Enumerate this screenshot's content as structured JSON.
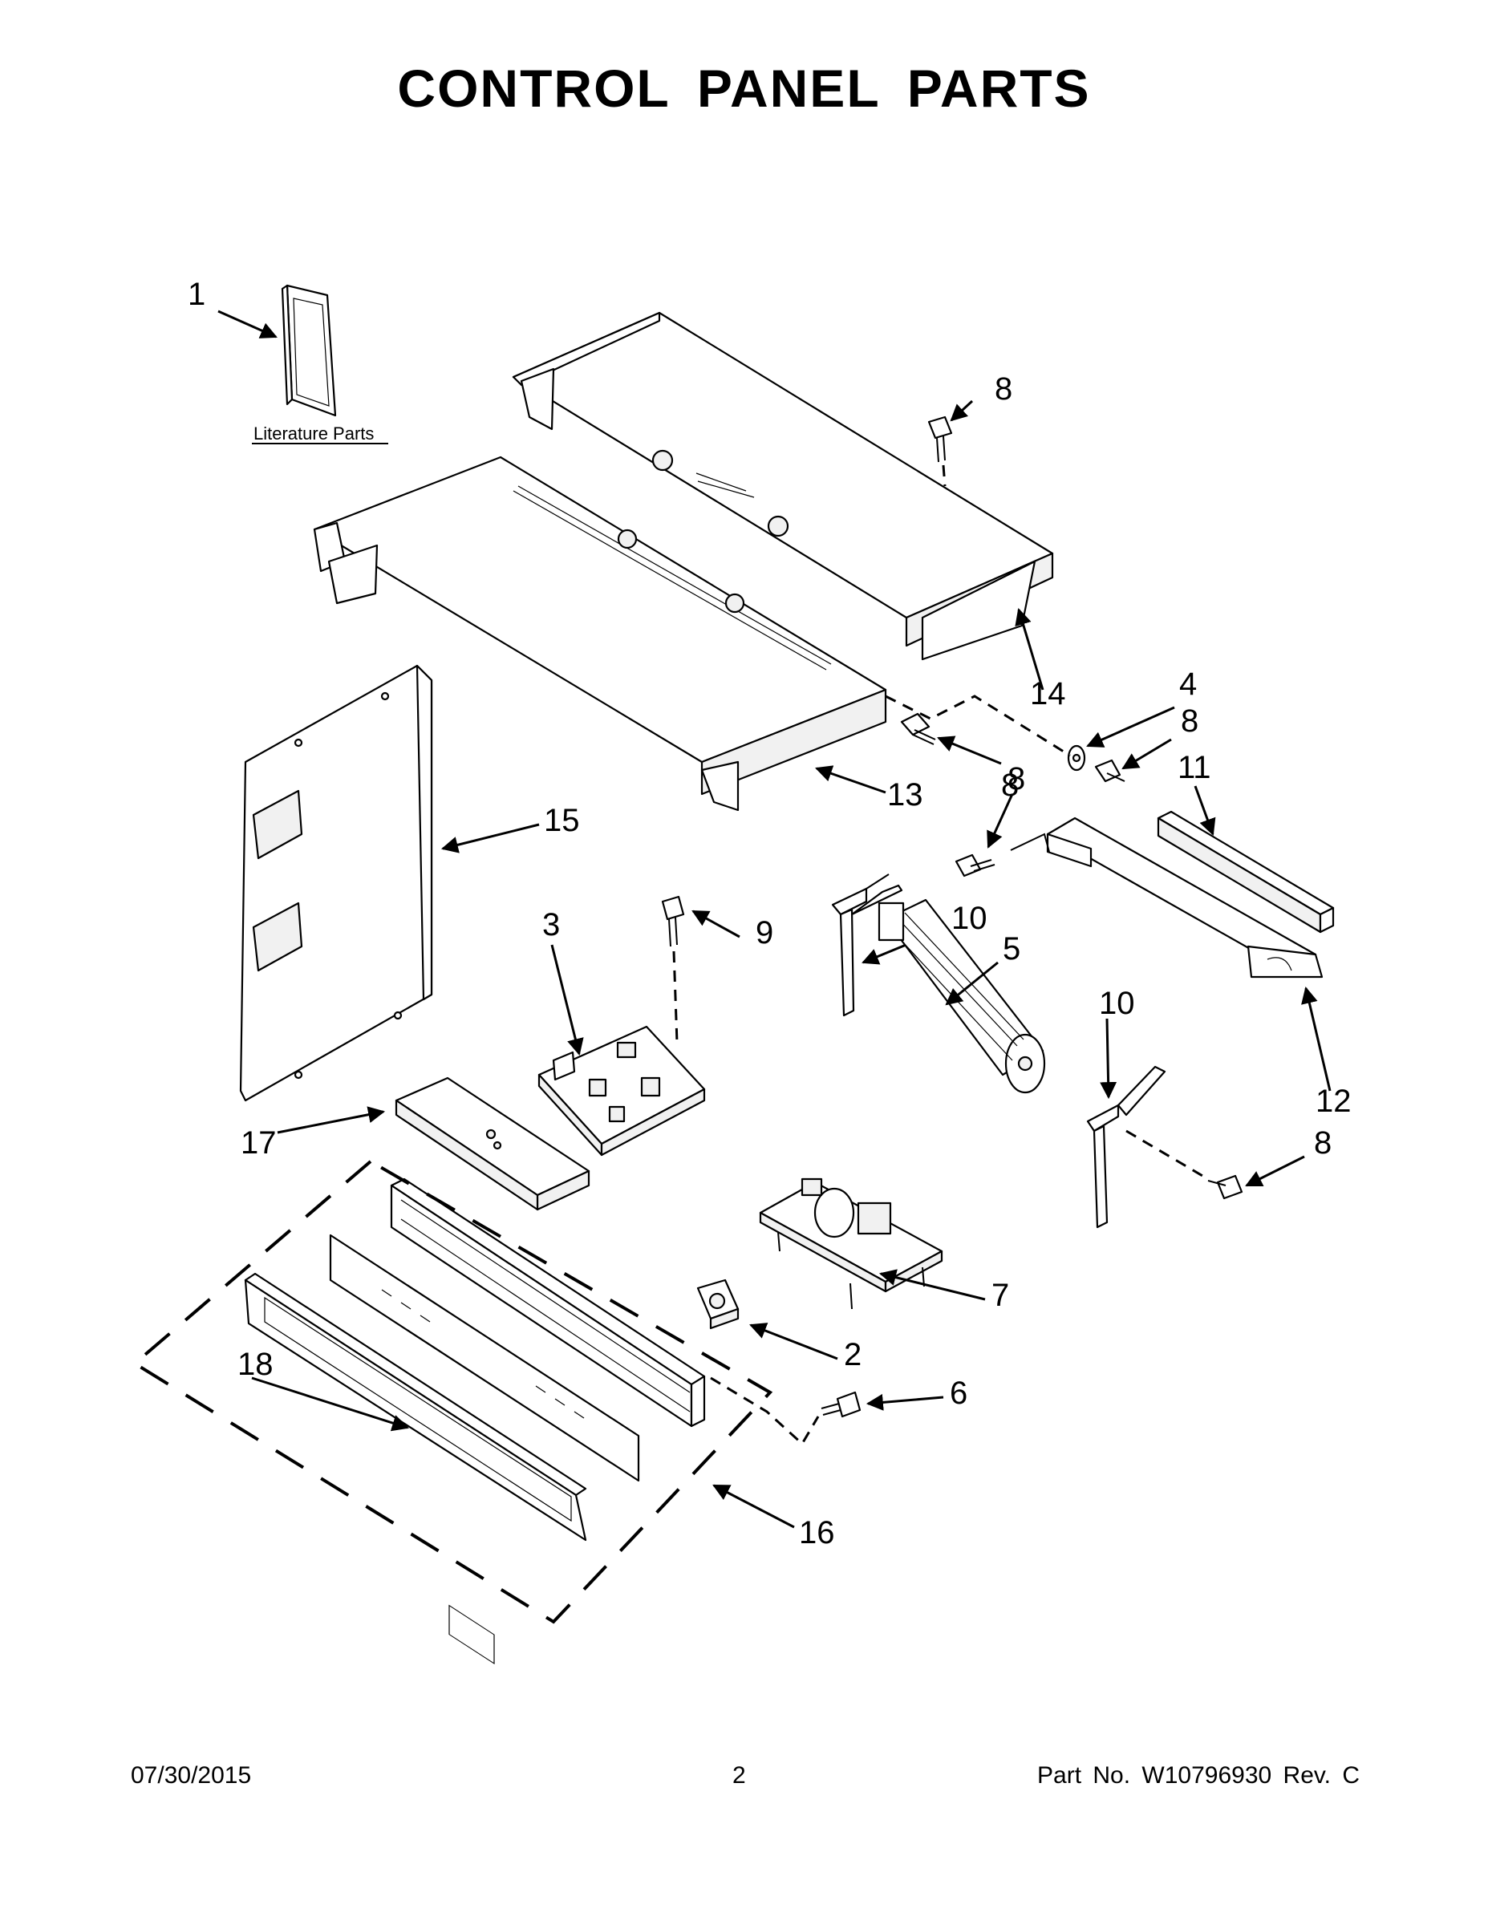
{
  "title": "CONTROL PANEL PARTS",
  "literature_label": "Literature Parts",
  "callouts": {
    "c1": "1",
    "c2": "2",
    "c3": "3",
    "c4": "4",
    "c5": "5",
    "c6": "6",
    "c7": "7",
    "c8a": "8",
    "c8b": "8",
    "c8c": "8",
    "c8d": "8",
    "c8e": "8",
    "c9": "9",
    "c10a": "10",
    "c10b": "10",
    "c11": "11",
    "c12": "12",
    "c13": "13",
    "c14": "14",
    "c15": "15",
    "c16": "16",
    "c17": "17",
    "c18": "18"
  },
  "footer": {
    "date": "07/30/2015",
    "page": "2",
    "part_no": "Part No.  W10796930  Rev.  C"
  }
}
